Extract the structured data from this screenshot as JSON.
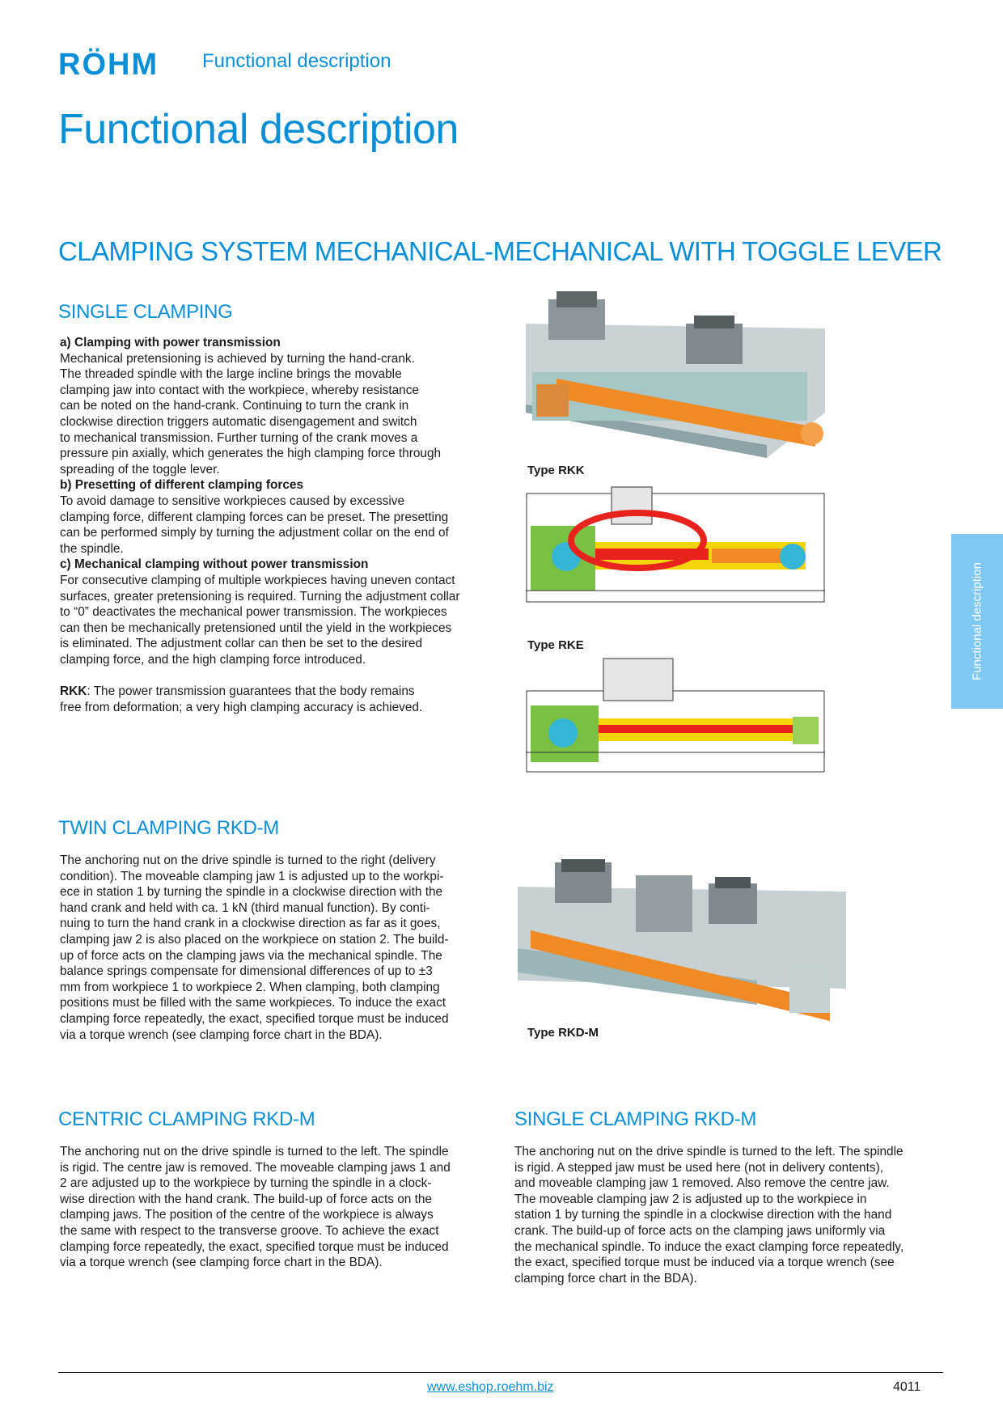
{
  "header": {
    "brand": "RÖHM",
    "label": "Functional description"
  },
  "main_title": "Functional description",
  "section_title": "CLAMPING SYSTEM MECHANICAL-MECHANICAL WITH TOGGLE LEVER",
  "single_clamping": {
    "title": "SINGLE CLAMPING",
    "a_heading": "a) Clamping with power transmission",
    "a_lines": [
      "Mechanical pretensioning is achieved by turning the hand-crank.",
      "The threaded spindle with the large incline brings the movable",
      "clamping jaw into contact with the workpiece, whereby resistance",
      "can be noted on the hand-crank. Continuing to turn the crank in",
      "clockwise direction triggers automatic disengagement and switch",
      "to mechanical transmission. Further turning of the crank moves a",
      "pressure pin axially, which generates the high clamping force through",
      "spreading of the toggle lever."
    ],
    "b_heading": "b) Presetting of different clamping forces",
    "b_lines": [
      "To avoid damage to sensitive workpieces caused by excessive",
      "clamping force, different clamping forces can be preset. The presetting",
      "can be performed simply by turning the adjustment collar on the end of",
      "the spindle."
    ],
    "c_heading": "c) Mechanical clamping without power transmission",
    "c_lines": [
      "For consecutive clamping of multiple workpieces having uneven contact",
      "surfaces, greater pretensioning is required. Turning the adjustment collar",
      "to “0” deactivates the mechanical power transmission. The workpieces",
      "can then be mechanically pretensioned until the yield in the workpieces",
      "is eliminated. The adjustment collar can then be set to the desired",
      "clamping force, and the high clamping force introduced."
    ],
    "rkk_label": "RKK",
    "rkk_line1": ": The power transmission guarantees that the body remains",
    "rkk_line2": "free from deformation; a very high clamping accuracy is achieved."
  },
  "figures": {
    "rkk_caption": "Type RKK",
    "rke_caption": "Type RKE",
    "rkdm_caption": "Type RKD-M"
  },
  "twin_clamping": {
    "title": "TWIN CLAMPING RKD-M",
    "lines": [
      "The anchoring nut on the drive spindle is turned to the right (delivery",
      "condition). The moveable clamping jaw 1 is adjusted up to the workpi-",
      "ece in station 1 by turning the spindle in a clockwise direction with the",
      "hand crank and held with ca. 1 kN (third manual function). By conti-",
      "nuing to turn the hand crank in a clockwise direction as far as it goes,",
      "clamping jaw 2 is also placed on the workpiece on station 2. The build-",
      "up of force acts on the clamping jaws via the mechanical spindle. The",
      "balance springs compensate for dimensional differences of up to ±3",
      "mm from workpiece 1 to workpiece 2. When clamping, both clamping",
      "positions must be filled with the same workpieces. To induce the exact",
      "clamping force repeatedly, the exact, specified torque must be induced",
      "via a torque wrench (see clamping force chart in the BDA)."
    ]
  },
  "centric_clamping": {
    "title": "CENTRIC CLAMPING RKD-M",
    "lines": [
      "The anchoring nut on the drive spindle is turned to the left. The spindle",
      "is rigid. The centre jaw is removed. The moveable clamping jaws 1 and",
      "2 are adjusted up to the workpiece by turning the spindle in a clock-",
      "wise direction with the hand crank. The build-up of force acts on the",
      "clamping jaws. The position of the centre of the workpiece is always",
      "the same with respect to the transverse groove. To achieve the exact",
      "clamping force repeatedly, the exact, specified torque must be induced",
      "via a torque wrench (see clamping force chart in the BDA)."
    ]
  },
  "single_clamping_rkdm": {
    "title": "SINGLE CLAMPING RKD-M",
    "lines": [
      "The anchoring nut on the drive spindle is turned to the left. The spindle",
      "is rigid. A stepped jaw must be used here (not in delivery contents),",
      "and moveable clamping jaw 1 removed. Also remove the centre jaw.",
      "The moveable clamping jaw 2 is adjusted up to the workpiece in",
      "station 1 by turning the spindle in a clockwise direction with the hand",
      "crank. The build-up of force acts on the clamping jaws uniformly via",
      "the mechanical spindle. To induce the exact clamping force repeatedly,",
      "the exact, specified torque must be induced via a torque wrench (see",
      "clamping force chart in the BDA)."
    ]
  },
  "side_tab": "Functional description",
  "footer": {
    "url": "www.eshop.roehm.biz",
    "page": "4011"
  },
  "colors": {
    "accent": "#0a8fd6",
    "tab": "#7ec8f2",
    "spindle_orange": "#f08a24",
    "section_red": "#e8231d",
    "section_yellow": "#f2d60a",
    "section_green": "#6cc04a",
    "section_cyan": "#35b6d6"
  }
}
